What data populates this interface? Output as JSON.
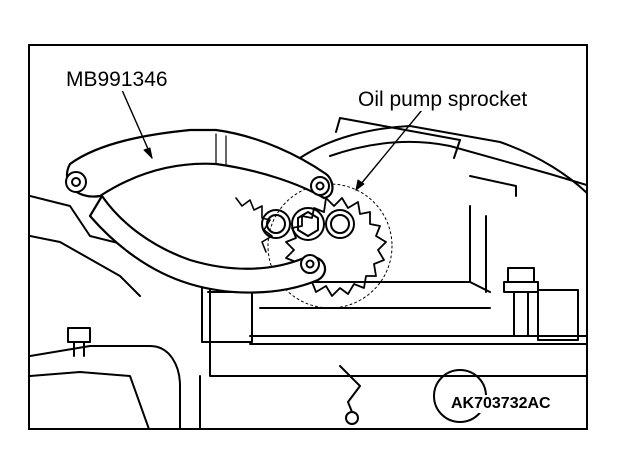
{
  "callouts": {
    "tool": "MB991346",
    "part": "Oil pump sprocket"
  },
  "figure_code": "AK703732AC"
}
